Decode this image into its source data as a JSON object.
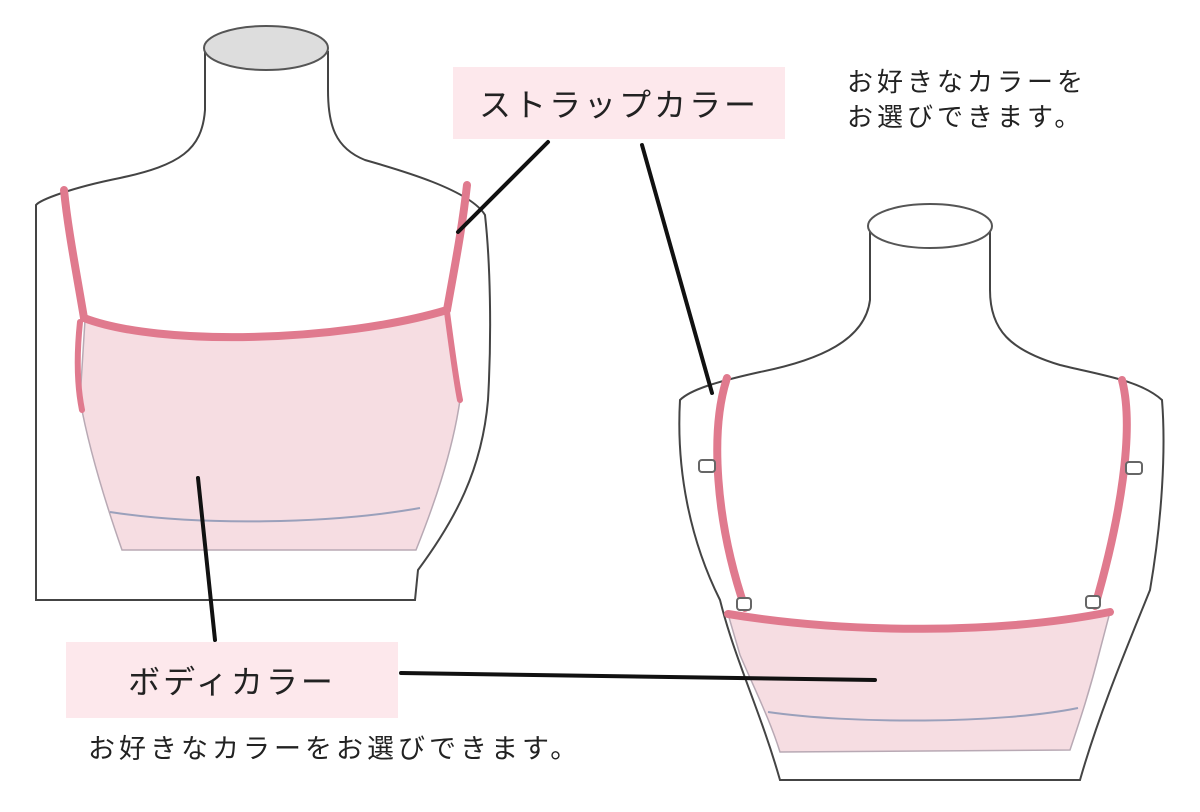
{
  "labels": {
    "strap_color": "ストラップカラー",
    "body_color": "ボディカラー"
  },
  "notes": {
    "top_line1": "お好きなカラーを",
    "top_line2": "お選びできます。",
    "bottom": "お好きなカラーをお選びできます。"
  },
  "colors": {
    "strap": "#e07a8e",
    "body_fill": "#f6dde2",
    "label_bg": "#fde8ec",
    "mannequin_fill": "#ffffff",
    "neck_cap": "#dddddd",
    "outline": "#444444"
  }
}
